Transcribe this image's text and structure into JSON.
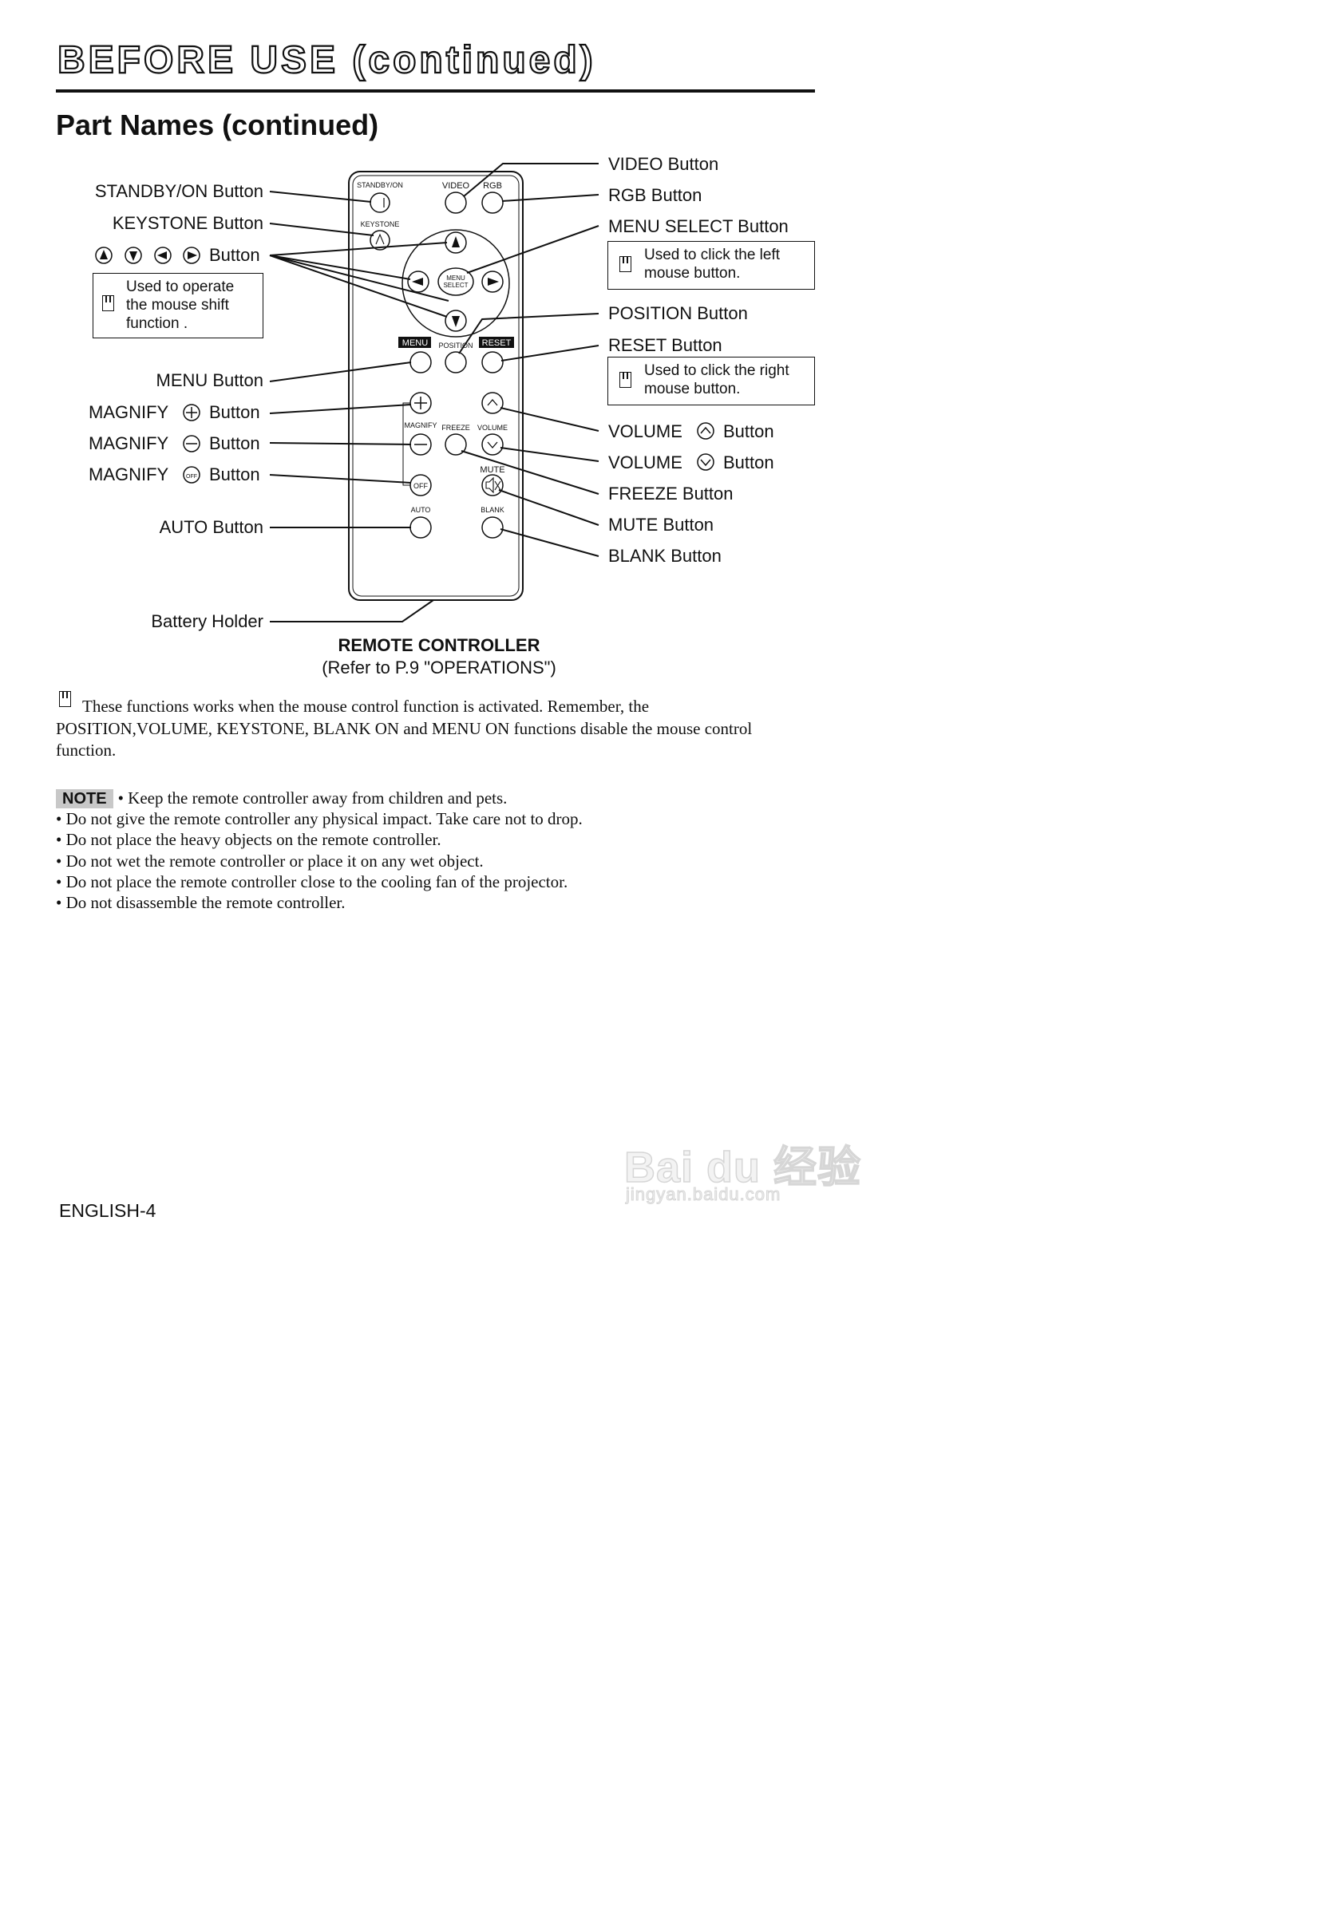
{
  "header": {
    "title": "BEFORE USE (continued)"
  },
  "section": {
    "title": "Part Names (continued)"
  },
  "left_labels": {
    "standby": "STANDBY/ON Button",
    "keystone": "KEYSTONE Button",
    "arrows_suffix": "Button",
    "menu": "MENU Button",
    "magnify_prefix": "MAGNIFY",
    "magnify_suffix": "Button",
    "auto": "AUTO Button",
    "battery": "Battery Holder"
  },
  "left_note": {
    "text": "Used to operate\nthe mouse shift\nfunction ."
  },
  "right_labels": {
    "video": "VIDEO Button",
    "rgb": "RGB Button",
    "menu_select": "MENU SELECT Button",
    "position": "POSITION Button",
    "reset": "RESET Button",
    "volume_prefix": "VOLUME",
    "volume_suffix": "Button",
    "freeze": "FREEZE Button",
    "mute": "MUTE Button",
    "blank": "BLANK Button"
  },
  "right_notes": {
    "left_click": "Used to click the left\nmouse button.",
    "right_click": "Used to click the right\nmouse button."
  },
  "remote_labels": {
    "standby": "STANDBY/ON",
    "video": "VIDEO",
    "rgb": "RGB",
    "keystone": "KEYSTONE",
    "menu_select_1": "MENU",
    "menu_select_2": "SELECT",
    "menu": "MENU",
    "position": "POSITION",
    "reset": "RESET",
    "magnify": "MAGNIFY",
    "freeze": "FREEZE",
    "volume": "VOLUME",
    "mute": "MUTE",
    "off": "OFF",
    "auto": "AUTO",
    "blank": "BLANK"
  },
  "caption": {
    "title": "REMOTE CONTROLLER",
    "ref": "(Refer to P.9 \"OPERATIONS\")"
  },
  "paragraph": "These functions works when the mouse control function is activated. Remember, the POSITION,VOLUME, KEYSTONE,  BLANK ON and MENU ON functions disable the mouse control function.",
  "note": {
    "badge": "NOTE",
    "items": [
      "• Keep the remote controller away from children and pets.",
      "• Do not give the remote controller any physical impact. Take care not to drop.",
      "• Do not place the heavy objects on the remote controller.",
      "• Do not wet the remote controller or place it on any wet object.",
      "• Do not place the remote controller close to the cooling fan of the projector.",
      "• Do not disassemble the remote controller."
    ]
  },
  "footer": {
    "page": "ENGLISH-4"
  },
  "watermark": {
    "main": "Bai du 经验",
    "sub": "jingyan.baidu.com"
  }
}
